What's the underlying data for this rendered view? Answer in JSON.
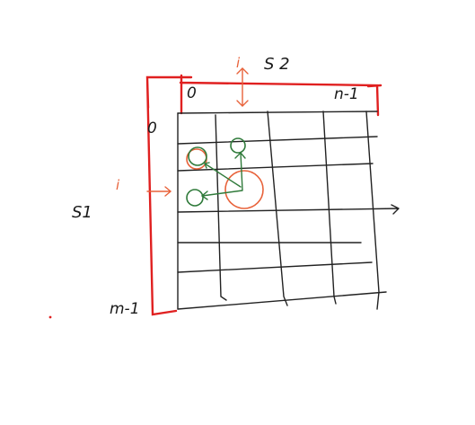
{
  "labels": {
    "s2": "S 2",
    "s1": "S1",
    "col_start": "0",
    "col_end": "n-1",
    "row_start": "0",
    "row_end": "m-1",
    "i_top": "i",
    "i_left": "i"
  },
  "colors": {
    "ink": "#1a1a1a",
    "red": "#e02020",
    "orange": "#e8623a",
    "green": "#2f7a3a"
  }
}
